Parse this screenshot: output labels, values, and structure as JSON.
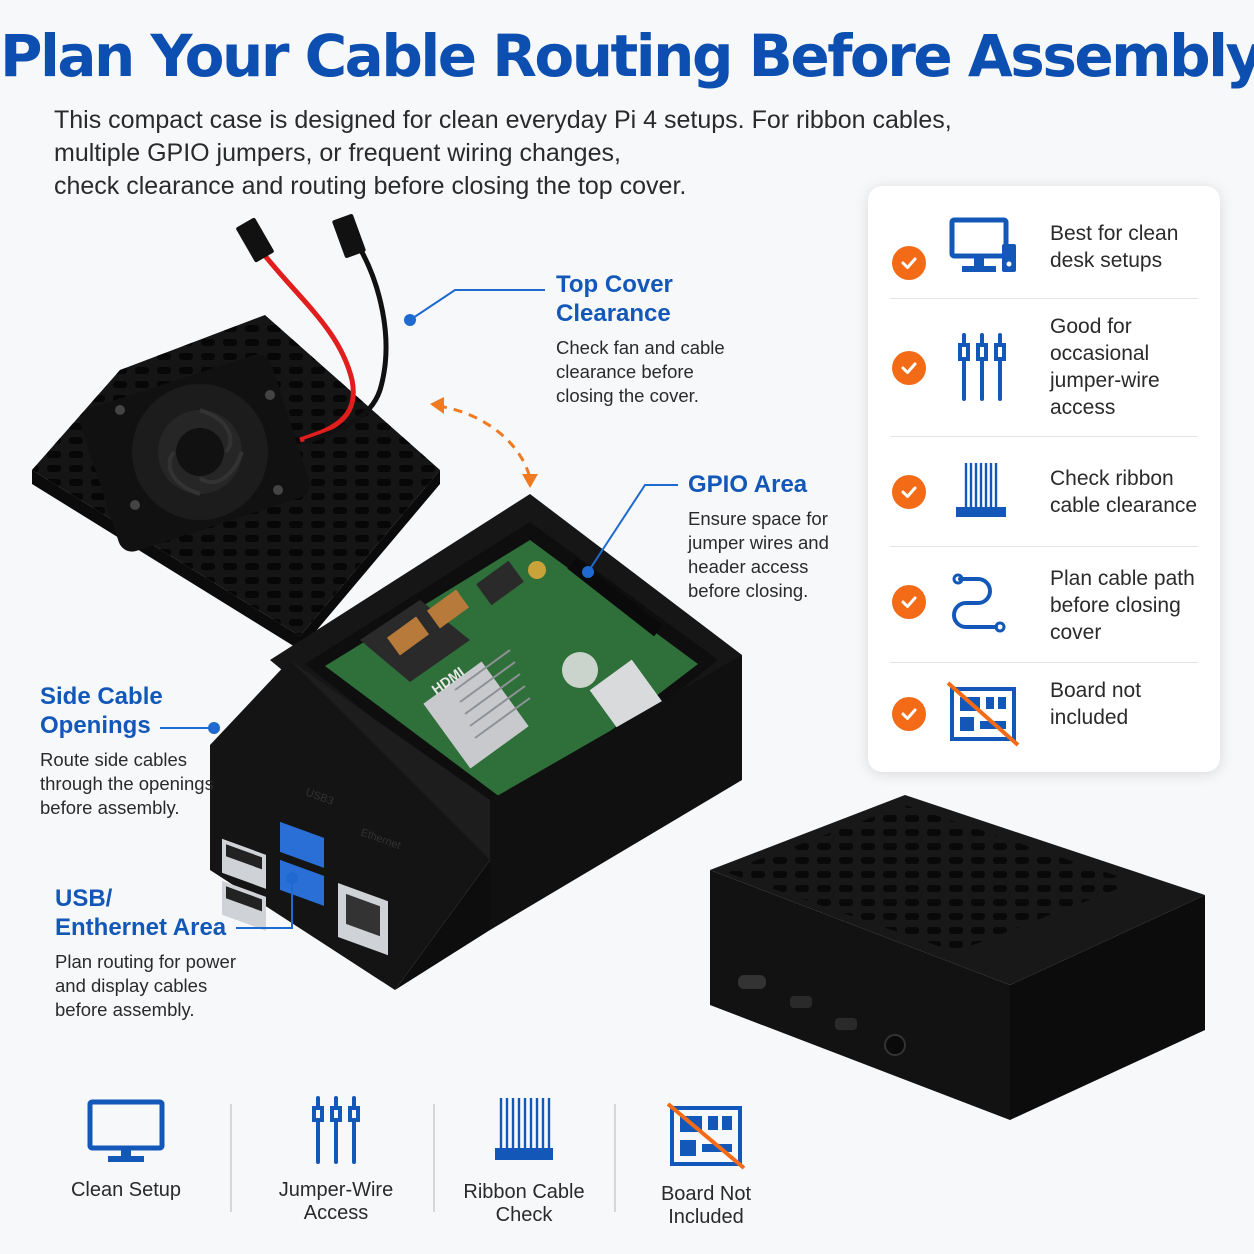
{
  "title": "Plan Your Cable Routing Before Assembly",
  "intro": [
    "This compact case is designed for clean everyday Pi 4 setups. For ribbon cables,",
    "multiple GPIO jumpers, or frequent wiring changes,",
    "check clearance and routing before closing the top cover."
  ],
  "callouts": {
    "top_cover": {
      "title": [
        "Top Cover",
        "Clearance"
      ],
      "desc": [
        "Check fan and cable",
        "clearance before",
        "closing the cover."
      ]
    },
    "gpio": {
      "title": [
        "GPIO Area"
      ],
      "desc": [
        "Ensure space for",
        "jumper wires and",
        "header access",
        "before closing."
      ]
    },
    "side": {
      "title": [
        "Side Cable",
        "Openings"
      ],
      "desc": [
        "Route side cables",
        "through the openings",
        "before assembly."
      ]
    },
    "usb": {
      "title": [
        "USB/",
        "Enthernet Area"
      ],
      "desc": [
        "Plan routing for power",
        "and display cables",
        "before assembly."
      ]
    }
  },
  "features": [
    {
      "icon": "monitor-icon",
      "label": [
        "Best for clean",
        "desk setups"
      ]
    },
    {
      "icon": "jumper-wires-icon",
      "label": [
        "Good for",
        "occasional",
        "jumper-wire",
        "access"
      ]
    },
    {
      "icon": "ribbon-cable-icon",
      "label": [
        "Check ribbon",
        "cable clearance"
      ]
    },
    {
      "icon": "cable-path-icon",
      "label": [
        "Plan cable path",
        "before closing",
        "cover"
      ]
    },
    {
      "icon": "board-not-included-icon",
      "label": [
        "Board not",
        "included"
      ]
    }
  ],
  "bottom": [
    {
      "icon": "monitor-icon",
      "label": [
        "Clean Setup"
      ]
    },
    {
      "icon": "jumper-wires-icon",
      "label": [
        "Jumper-Wire",
        "Access"
      ]
    },
    {
      "icon": "ribbon-cable-icon",
      "label": [
        "Ribbon Cable",
        "Check"
      ]
    },
    {
      "icon": "board-not-included-icon",
      "label": [
        "Board Not",
        "Included"
      ]
    }
  ],
  "hardware_labels": {
    "hdmi": "HDMI",
    "usb3": "USB3",
    "ethernet": "Ethernet"
  },
  "colors": {
    "title_blue": "#0d4fb0",
    "accent_blue": "#1358b8",
    "check_orange": "#f36b16",
    "case_black": "#161616",
    "pcb_green": "#2f6f3a"
  }
}
